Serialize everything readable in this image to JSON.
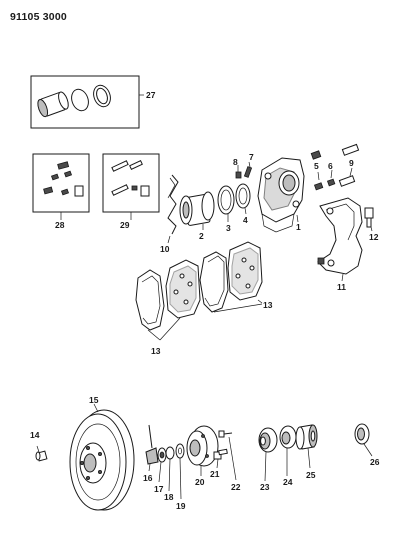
{
  "document_code": "91105 3000",
  "callouts": {
    "c1": "1",
    "c2": "2",
    "c3": "3",
    "c4": "4",
    "c5": "5",
    "c6": "6",
    "c7": "7",
    "c8": "8",
    "c9": "9",
    "c10": "10",
    "c11": "11",
    "c12": "12",
    "c13a": "13",
    "c13b": "13",
    "c14": "14",
    "c15": "15",
    "c16": "16",
    "c17": "17",
    "c18": "18",
    "c19": "19",
    "c20": "20",
    "c21": "21",
    "c22": "22",
    "c23": "23",
    "c24": "24",
    "c25": "25",
    "c26": "26",
    "c27": "27",
    "c28": "28",
    "c29": "29"
  }
}
